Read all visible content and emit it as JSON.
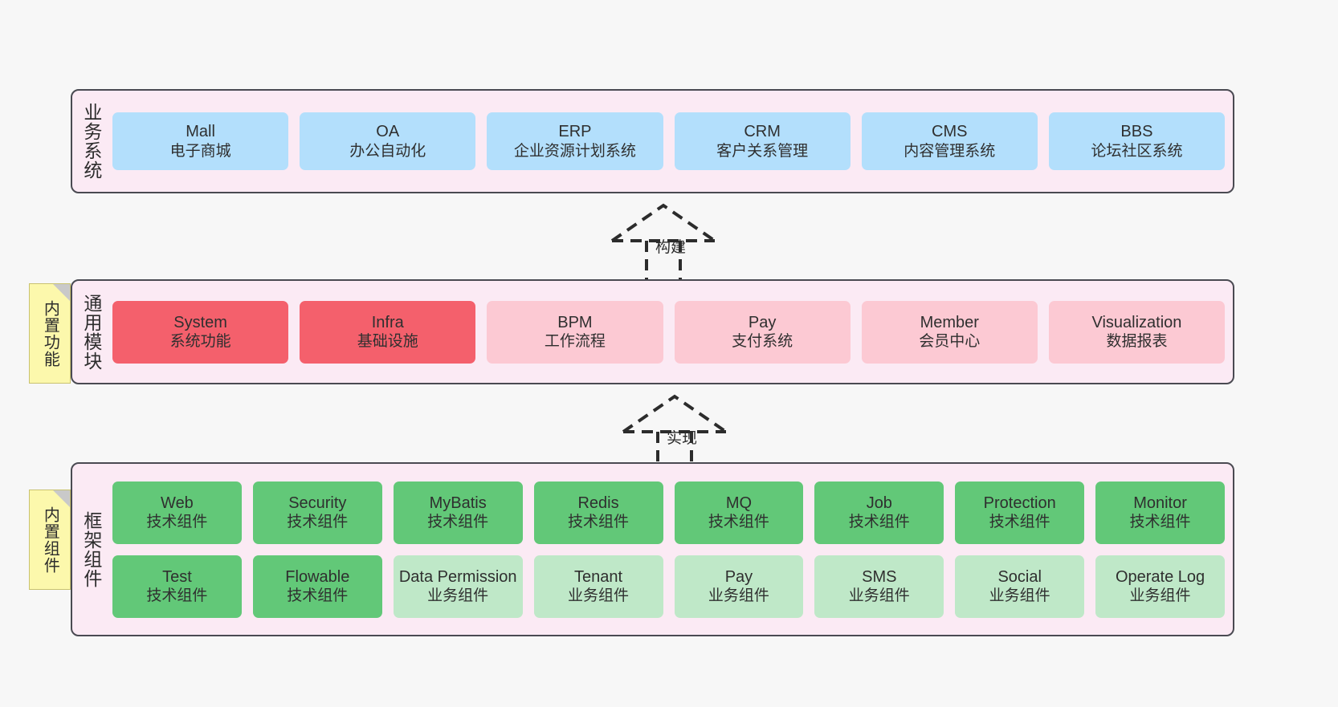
{
  "diagram": {
    "background_color": "#f7f7f7",
    "layer_fill": "#fbeaf4",
    "layer_border": "#4a4a52",
    "note_color": "#fcf8ac"
  },
  "layers": {
    "business": {
      "title": "业务系统",
      "card_color": "#b3dffc",
      "cards": [
        {
          "t1": "Mall",
          "t2": "电子商城"
        },
        {
          "t1": "OA",
          "t2": "办公自动化"
        },
        {
          "t1": "ERP",
          "t2": "企业资源计划系统"
        },
        {
          "t1": "CRM",
          "t2": "客户关系管理"
        },
        {
          "t1": "CMS",
          "t2": "内容管理系统"
        },
        {
          "t1": "BBS",
          "t2": "论坛社区系统"
        }
      ]
    },
    "modules": {
      "title": "通用模块",
      "note": "内置功能",
      "cards": [
        {
          "t1": "System",
          "t2": "系统功能",
          "color": "#f4606c"
        },
        {
          "t1": "Infra",
          "t2": "基础设施",
          "color": "#f4606c"
        },
        {
          "t1": "BPM",
          "t2": "工作流程",
          "color": "#fcc9d3"
        },
        {
          "t1": "Pay",
          "t2": "支付系统",
          "color": "#fcc9d3"
        },
        {
          "t1": "Member",
          "t2": "会员中心",
          "color": "#fcc9d3"
        },
        {
          "t1": "Visualization",
          "t2": "数据报表",
          "color": "#fcc9d3"
        }
      ]
    },
    "framework": {
      "title": "框架组件",
      "note": "内置组件",
      "row1": [
        {
          "t1": "Web",
          "t2": "技术组件",
          "color": "#62c878"
        },
        {
          "t1": "Security",
          "t2": "技术组件",
          "color": "#62c878"
        },
        {
          "t1": "MyBatis",
          "t2": "技术组件",
          "color": "#62c878"
        },
        {
          "t1": "Redis",
          "t2": "技术组件",
          "color": "#62c878"
        },
        {
          "t1": "MQ",
          "t2": "技术组件",
          "color": "#62c878"
        },
        {
          "t1": "Job",
          "t2": "技术组件",
          "color": "#62c878"
        },
        {
          "t1": "Protection",
          "t2": "技术组件",
          "color": "#62c878"
        },
        {
          "t1": "Monitor",
          "t2": "技术组件",
          "color": "#62c878"
        }
      ],
      "row2": [
        {
          "t1": "Test",
          "t2": "技术组件",
          "color": "#62c878"
        },
        {
          "t1": "Flowable",
          "t2": "技术组件",
          "color": "#62c878"
        },
        {
          "t1": "Data Permission",
          "t2": "业务组件",
          "color": "#bfe8c8"
        },
        {
          "t1": "Tenant",
          "t2": "业务组件",
          "color": "#bfe8c8"
        },
        {
          "t1": "Pay",
          "t2": "业务组件",
          "color": "#bfe8c8"
        },
        {
          "t1": "SMS",
          "t2": "业务组件",
          "color": "#bfe8c8"
        },
        {
          "t1": "Social",
          "t2": "业务组件",
          "color": "#bfe8c8"
        },
        {
          "t1": "Operate Log",
          "t2": "业务组件",
          "color": "#bfe8c8"
        }
      ]
    }
  },
  "connectors": [
    {
      "label": "构建",
      "from": "通用模块",
      "to": "业务系统",
      "style": "dashed-hollow-triangle-up"
    },
    {
      "label": "实现",
      "from": "框架组件",
      "to": "通用模块",
      "style": "dashed-hollow-triangle-up"
    }
  ]
}
